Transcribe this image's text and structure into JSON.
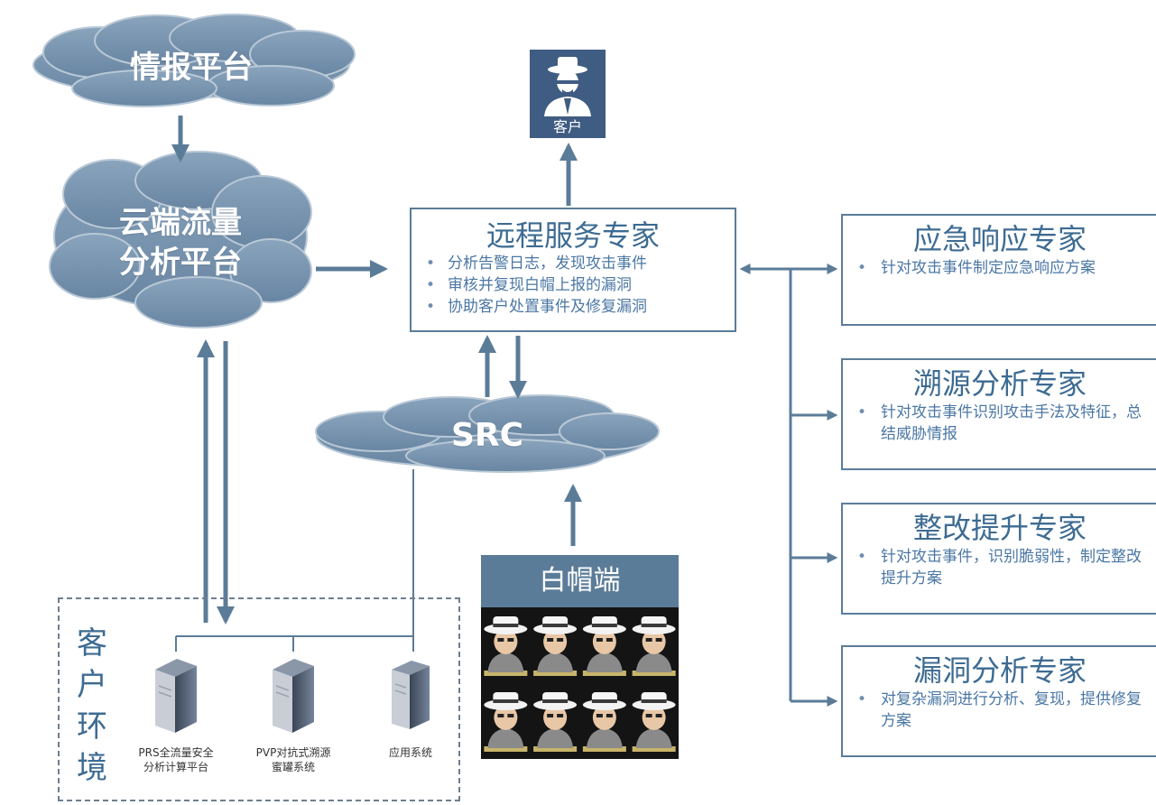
{
  "clouds": {
    "intel": "情报平台",
    "cloud_traffic": [
      "云端流量",
      "分析平台"
    ],
    "src": "SRC"
  },
  "client": {
    "label": "客户"
  },
  "remote_expert": {
    "title": "远程服务专家",
    "items": [
      "分析告警日志，发现攻击事件",
      "审核并复现白帽上报的漏洞",
      "协助客户处置事件及修复漏洞"
    ]
  },
  "experts": [
    {
      "title": "应急响应专家",
      "items": [
        "针对攻击事件制定应急响应方案"
      ]
    },
    {
      "title": "溯源分析专家",
      "items": [
        "针对攻击事件识别攻击手法及特征，总结威胁情报"
      ]
    },
    {
      "title": "整改提升专家",
      "items": [
        "针对攻击事件，识别脆弱性，制定整改提升方案"
      ]
    },
    {
      "title": "漏洞分析专家",
      "items": [
        "对复杂漏洞进行分析、复现，提供修复方案"
      ]
    }
  ],
  "whitehat": {
    "title": "白帽端",
    "count": 8
  },
  "customer_env": {
    "label": [
      "客",
      "户",
      "环",
      "境"
    ],
    "servers": [
      {
        "caption": [
          "PRS全流量安全",
          "分析计算平台"
        ]
      },
      {
        "caption": [
          "PVP对抗式溯源",
          "蜜罐系统"
        ]
      },
      {
        "caption": [
          "应用系统"
        ]
      }
    ]
  },
  "colors": {
    "cloud": "#7592ad",
    "arrow": "#5b7c98",
    "box_border": "#5b7c98",
    "title_text": "#3d6b92",
    "body_text": "#4b77a4",
    "dark_block": "#3f5c82"
  }
}
